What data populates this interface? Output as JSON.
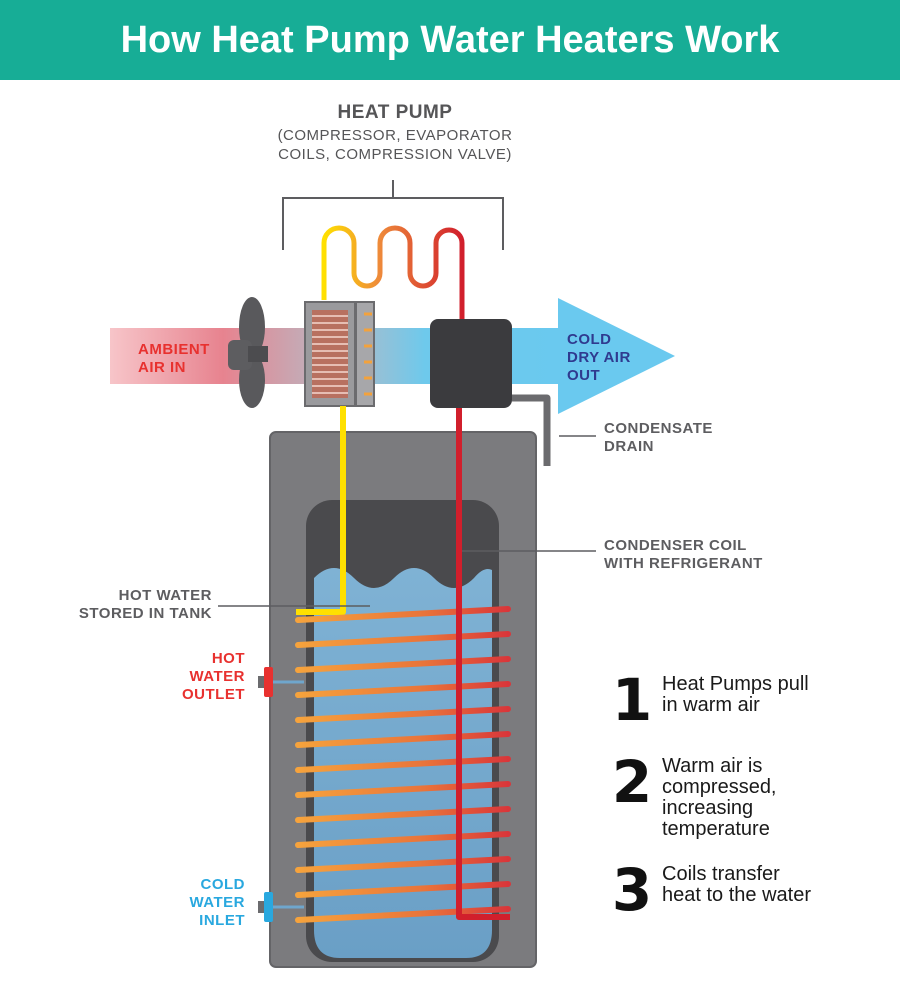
{
  "title": "How Heat Pump Water Heaters Work",
  "colors": {
    "banner": "#17ad96",
    "hot_label": "#e8312f",
    "cold_label": "#29a8df",
    "out_air_label": "#2f3a8f",
    "coil": "#ee8a3a",
    "refrigerant_line": "#d11f2c",
    "hot_line": "#ffe000",
    "water": "#6fa6cc",
    "tank": "#7b7b7e"
  },
  "labels": {
    "heat_pump": "HEAT PUMP",
    "heat_pump_sub": "(COMPRESSOR, EVAPORATOR\nCOILS, COMPRESSION VALVE)",
    "ambient_air_in": "AMBIENT\nAIR IN",
    "cold_dry_air_out": "COLD\nDRY AIR\nOUT",
    "condensate_drain": "CONDENSATE\nDRAIN",
    "condenser_coil": "CONDENSER COIL\nWITH REFRIGERANT",
    "hot_water_stored": "HOT WATER\nSTORED IN TANK",
    "hot_water_outlet": "HOT\nWATER\nOUTLET",
    "cold_water_inlet": "COLD\nWATER\nINLET"
  },
  "steps": [
    {
      "number": "1",
      "text": "Heat Pumps pull\nin warm air"
    },
    {
      "number": "2",
      "text": "Warm air is\ncompressed,\nincreasing\ntemperature"
    },
    {
      "number": "3",
      "text": "Coils transfer\nheat to the water"
    }
  ],
  "icons": [
    "fan-icon",
    "evaporator-icon",
    "compressor-icon",
    "airflow-arrow-icon"
  ]
}
